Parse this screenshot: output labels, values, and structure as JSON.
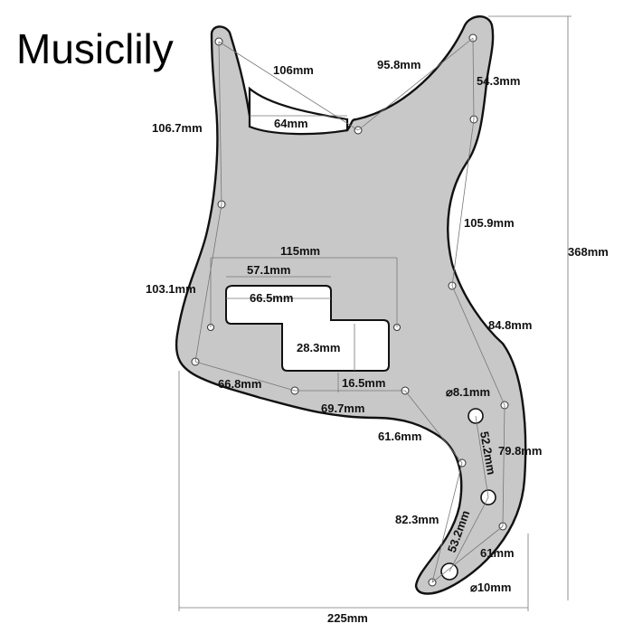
{
  "brand": "Musiclily",
  "colors": {
    "pickguard_fill": "#c8c8c8",
    "pickguard_outline": "#111111",
    "dimension_line": "#777777"
  },
  "dimensions": {
    "overall_height": "368mm",
    "overall_width": "225mm",
    "horn_left_to_screw": "106mm",
    "neck_pocket_width": "64mm",
    "right_horn_to_screw": "95.8mm",
    "right_upper": "54.3mm",
    "left_upper": "106.7mm",
    "right_mid": "105.9mm",
    "pickup_span": "115mm",
    "pickup_offset": "57.1mm",
    "pickup_length": "66.5mm",
    "pickup_height": "28.3mm",
    "left_lower": "103.1mm",
    "right_lower": "84.8mm",
    "lower_left_span": "66.8mm",
    "gap_small": "16.5mm",
    "bottom_span": "69.7mm",
    "control_hole_1": "⌀8.1mm",
    "lower_curve": "61.6mm",
    "control_spacing": "52.2mm",
    "right_bottom": "79.8mm",
    "tail_curve": "82.3mm",
    "control_spacing_2": "53.2mm",
    "tail_span": "61mm",
    "control_hole_2": "⌀10mm"
  }
}
